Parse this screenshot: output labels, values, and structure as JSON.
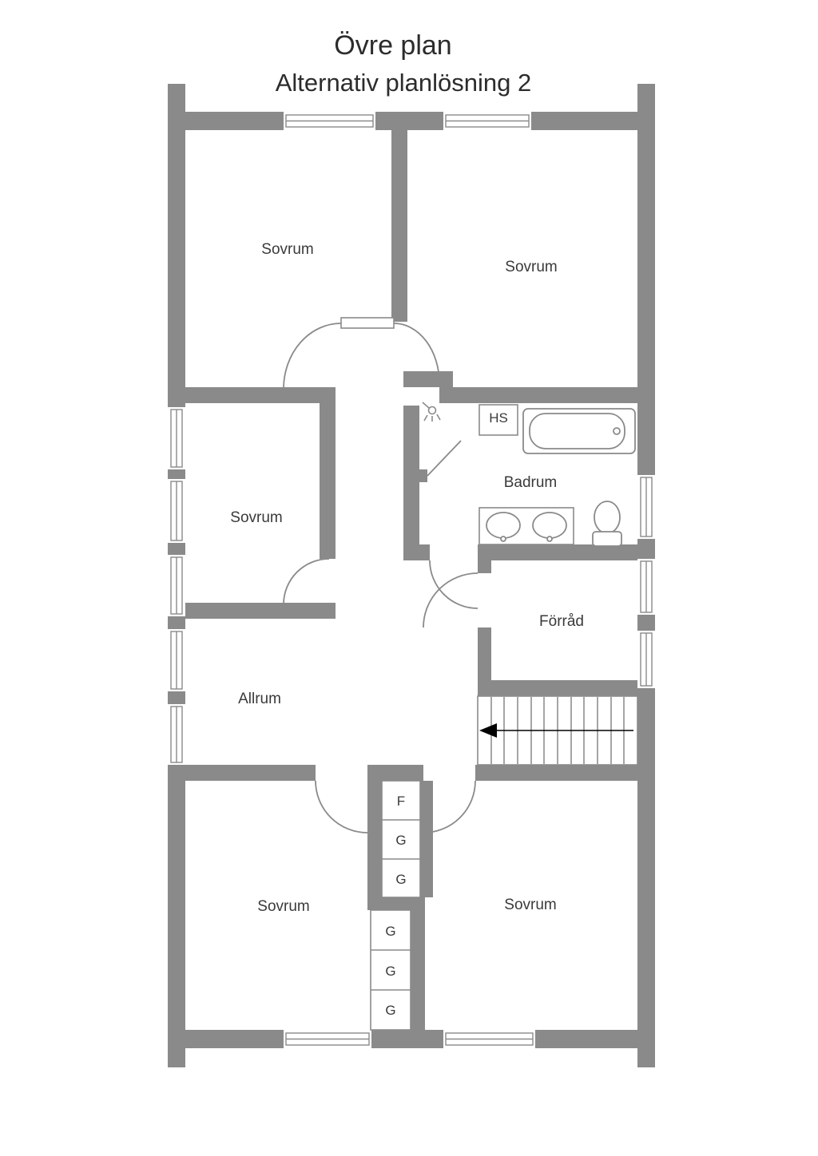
{
  "title": {
    "line1": "Övre plan",
    "line2": "Alternativ planlösning 2"
  },
  "rooms": [
    {
      "name": "bedroom-top-left",
      "label": "Sovrum"
    },
    {
      "name": "bedroom-top-right",
      "label": "Sovrum"
    },
    {
      "name": "bedroom-middle-left",
      "label": "Sovrum"
    },
    {
      "name": "bathroom",
      "label": "Badrum"
    },
    {
      "name": "storage",
      "label": "Förråd"
    },
    {
      "name": "family-room",
      "label": "Allrum"
    },
    {
      "name": "bedroom-bottom-left",
      "label": "Sovrum"
    },
    {
      "name": "bedroom-bottom-right",
      "label": "Sovrum"
    }
  ],
  "labels": {
    "hs": "HS"
  },
  "closets": {
    "cells": [
      "F",
      "G",
      "G",
      "G",
      "G",
      "G"
    ]
  },
  "colors": {
    "wall": "#8a8a8a",
    "line": "#8a8a8a",
    "text": "#3a3a3a",
    "stair_arrow": "#000000",
    "background": "#ffffff"
  }
}
